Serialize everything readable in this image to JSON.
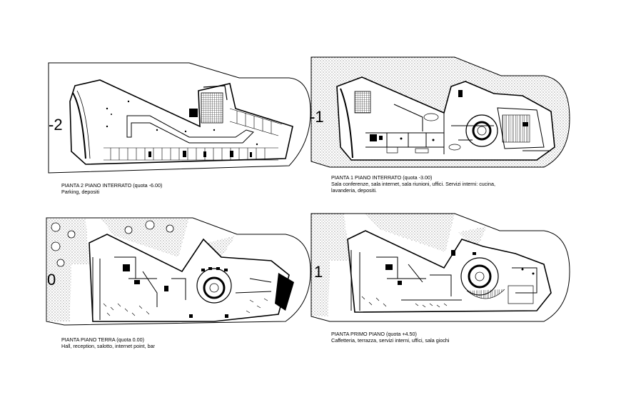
{
  "plans": [
    {
      "level": "-2",
      "title": "PIANTA 2 PIANO INTERRATO (quota -6.00)",
      "desc_lines": [
        "Parking, depositi"
      ]
    },
    {
      "level": "-1",
      "title": "PIANTA 1 PIANO INTERRATO (quota -3.00)",
      "desc_lines": [
        "Sala conferenze, sala internet, sala riunioni, uffici. Servizi interni: cucina,",
        "lavanderia, depositi."
      ]
    },
    {
      "level": "0",
      "title": "PIANTA PIANO TERRA (quota 0.00)",
      "desc_lines": [
        "Hall, reception, salotto, internet point, bar"
      ]
    },
    {
      "level": "1",
      "title": "PIANTA PRIMO PIANO (quota +4.50)",
      "desc_lines": [
        "Caffetteria, terrazza, servizi interni, uffici, sala giochi"
      ]
    }
  ],
  "colors": {
    "line": "#000000",
    "background": "#ffffff",
    "hatch": "#555555"
  }
}
